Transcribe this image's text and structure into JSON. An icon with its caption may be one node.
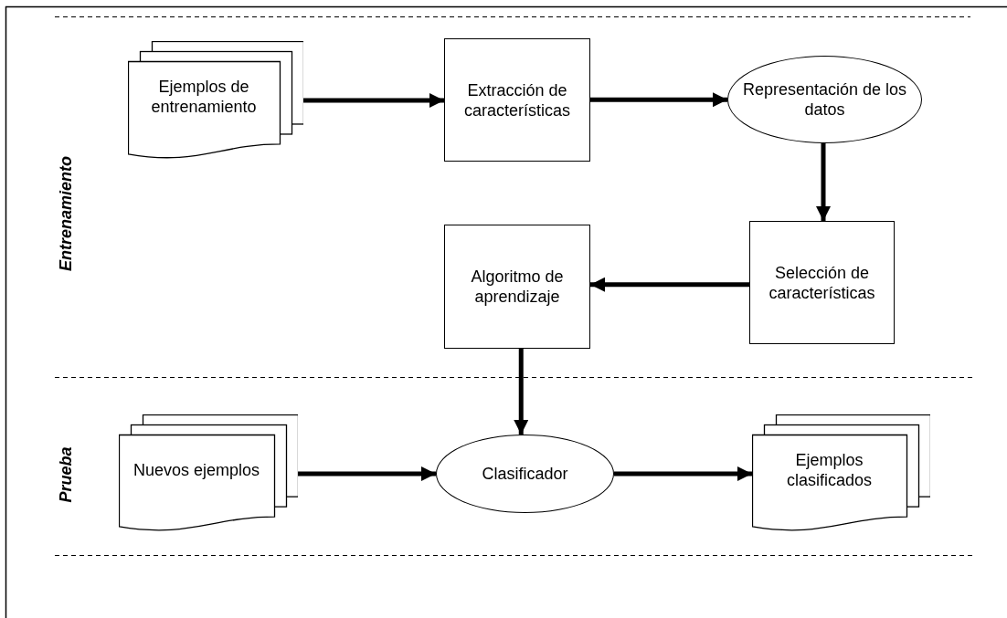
{
  "diagram": {
    "nodes": [
      {
        "text": [
          "Ejemplos de entrenamiento"
        ]
      },
      {
        "text": [
          "Extracción de características"
        ]
      },
      {
        "text": [
          "Representación de los datos"
        ]
      },
      {
        "text": [
          "Selección de características"
        ]
      },
      {
        "text": [
          "Algoritmo de aprendizaje"
        ]
      },
      {
        "text": [
          "Nuevos ejemplos"
        ]
      },
      {
        "text": [
          "Clasificador"
        ]
      },
      {
        "text": [
          "Ejemplos clasificados"
        ]
      }
    ],
    "edges": [
      {
        "from": 0,
        "to": 1,
        "arrow": "to"
      },
      {
        "from": 1,
        "to": 2,
        "arrow": "to"
      },
      {
        "from": 2,
        "to": 3,
        "arrow": "to"
      },
      {
        "from": 3,
        "to": 4,
        "arrow": "to"
      },
      {
        "from": 4,
        "to": 6,
        "arrow": "to"
      },
      {
        "from": 5,
        "to": 6,
        "arrow": "to"
      },
      {
        "from": 6,
        "to": 7,
        "arrow": "to"
      }
    ],
    "labels": [
      "Entrenamiento",
      "Prueba"
    ]
  }
}
